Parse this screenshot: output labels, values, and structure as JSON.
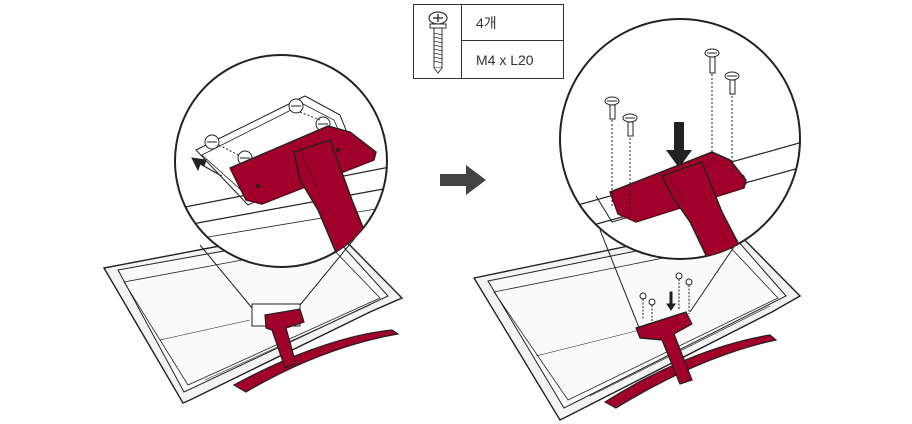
{
  "screw_spec": {
    "quantity": "4개",
    "size": "M4 x L20",
    "icon": "screw-icon"
  },
  "colors": {
    "stand": "#a0002a",
    "stand_dark": "#6e001c",
    "outline": "#222222",
    "monitor_fill": "#f2f2f2",
    "arrow": "#444444"
  },
  "steps": [
    {
      "name": "attach-stand-body",
      "action": "slide-in"
    },
    {
      "name": "fasten-screws",
      "action": "insert-screws"
    }
  ]
}
